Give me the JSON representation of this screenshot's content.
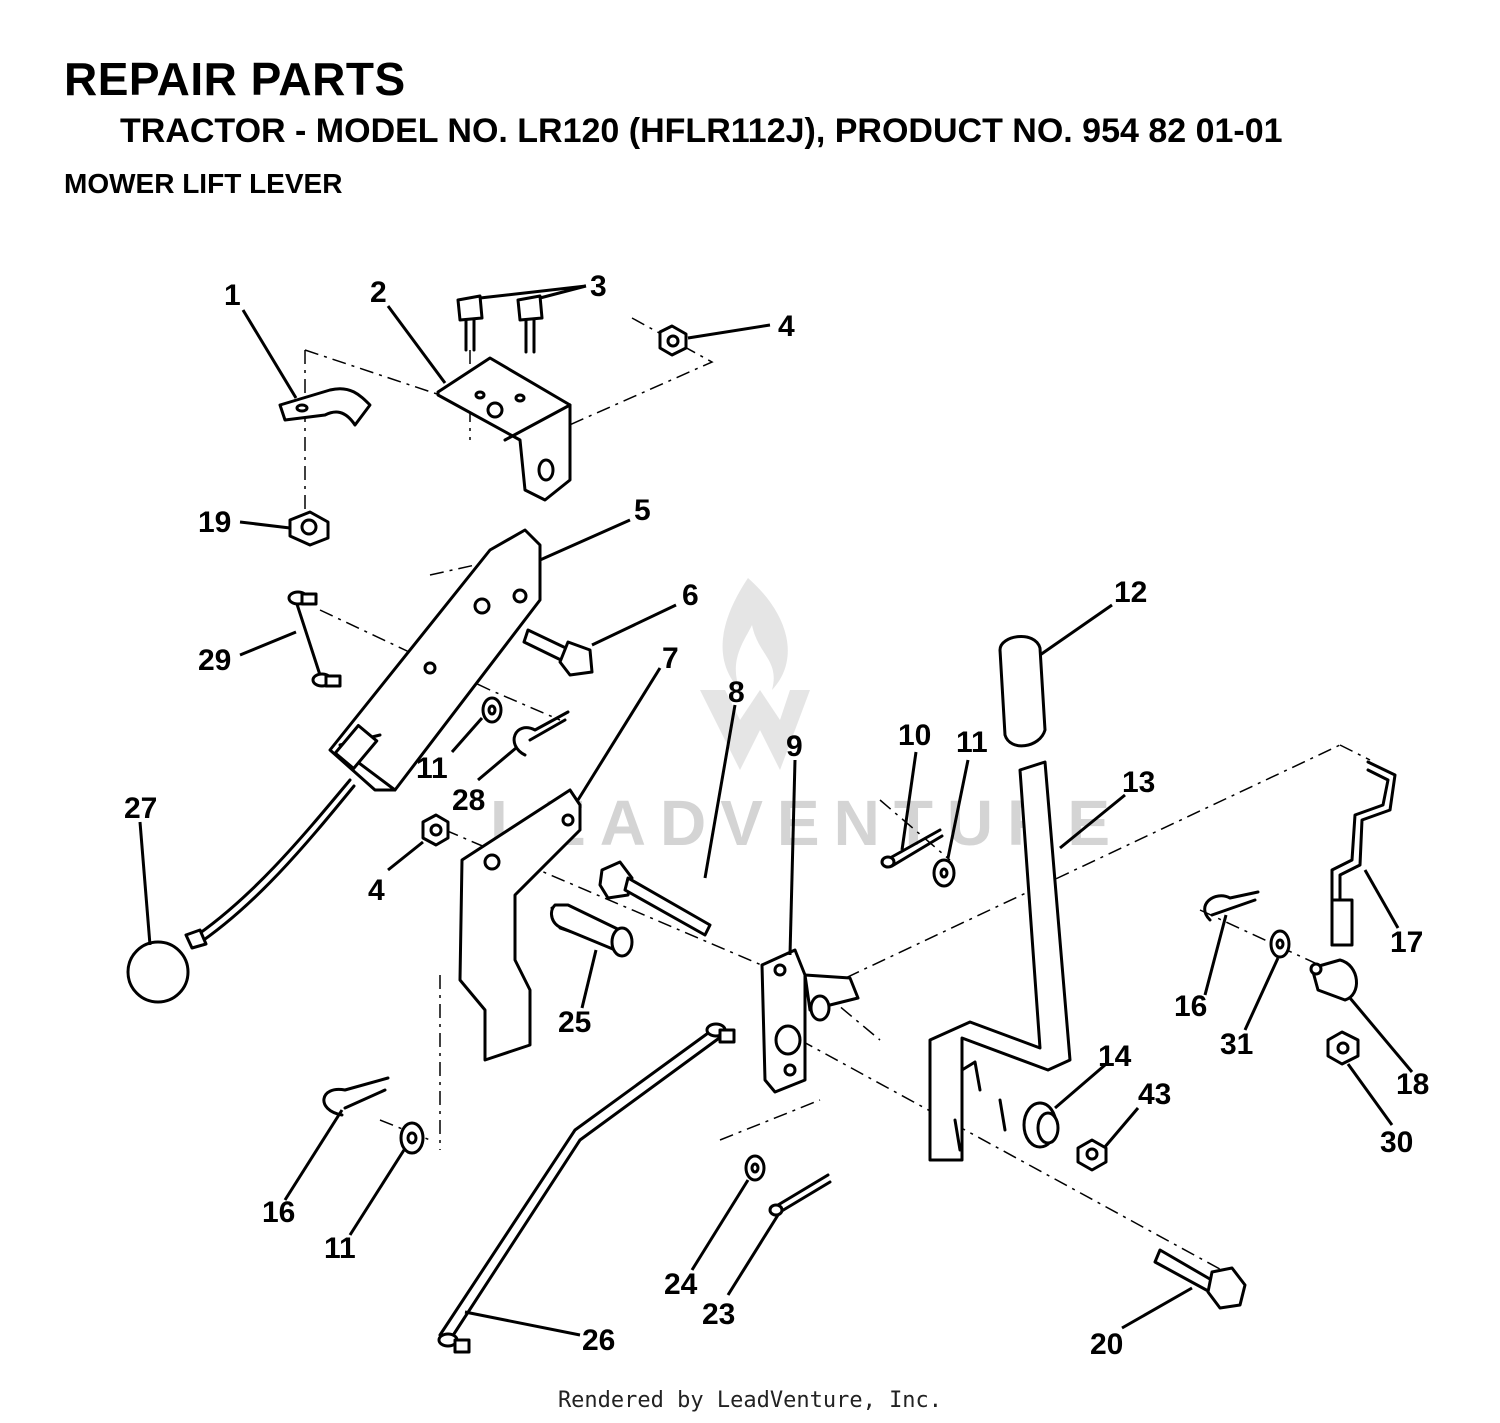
{
  "header": {
    "title": "REPAIR PARTS",
    "subtitle": "TRACTOR - MODEL NO. LR120 (HFLR112J), PRODUCT NO. 954 82 01-01",
    "section": "MOWER LIFT LEVER"
  },
  "watermark": {
    "text": "LEADVENTURE"
  },
  "footer": {
    "text": "Rendered by LeadVenture, Inc."
  },
  "callouts": {
    "c1": "1",
    "c2": "2",
    "c3": "3",
    "c4a": "4",
    "c4b": "4",
    "c5": "5",
    "c6": "6",
    "c7": "7",
    "c8": "8",
    "c9": "9",
    "c10": "10",
    "c11a": "11",
    "c11b": "11",
    "c11c": "11",
    "c12": "12",
    "c13": "13",
    "c14": "14",
    "c16a": "16",
    "c16b": "16",
    "c17": "17",
    "c18": "18",
    "c19": "19",
    "c20": "20",
    "c23": "23",
    "c24": "24",
    "c25": "25",
    "c26": "26",
    "c27": "27",
    "c28": "28",
    "c29": "29",
    "c30": "30",
    "c31": "31",
    "c43": "43"
  }
}
